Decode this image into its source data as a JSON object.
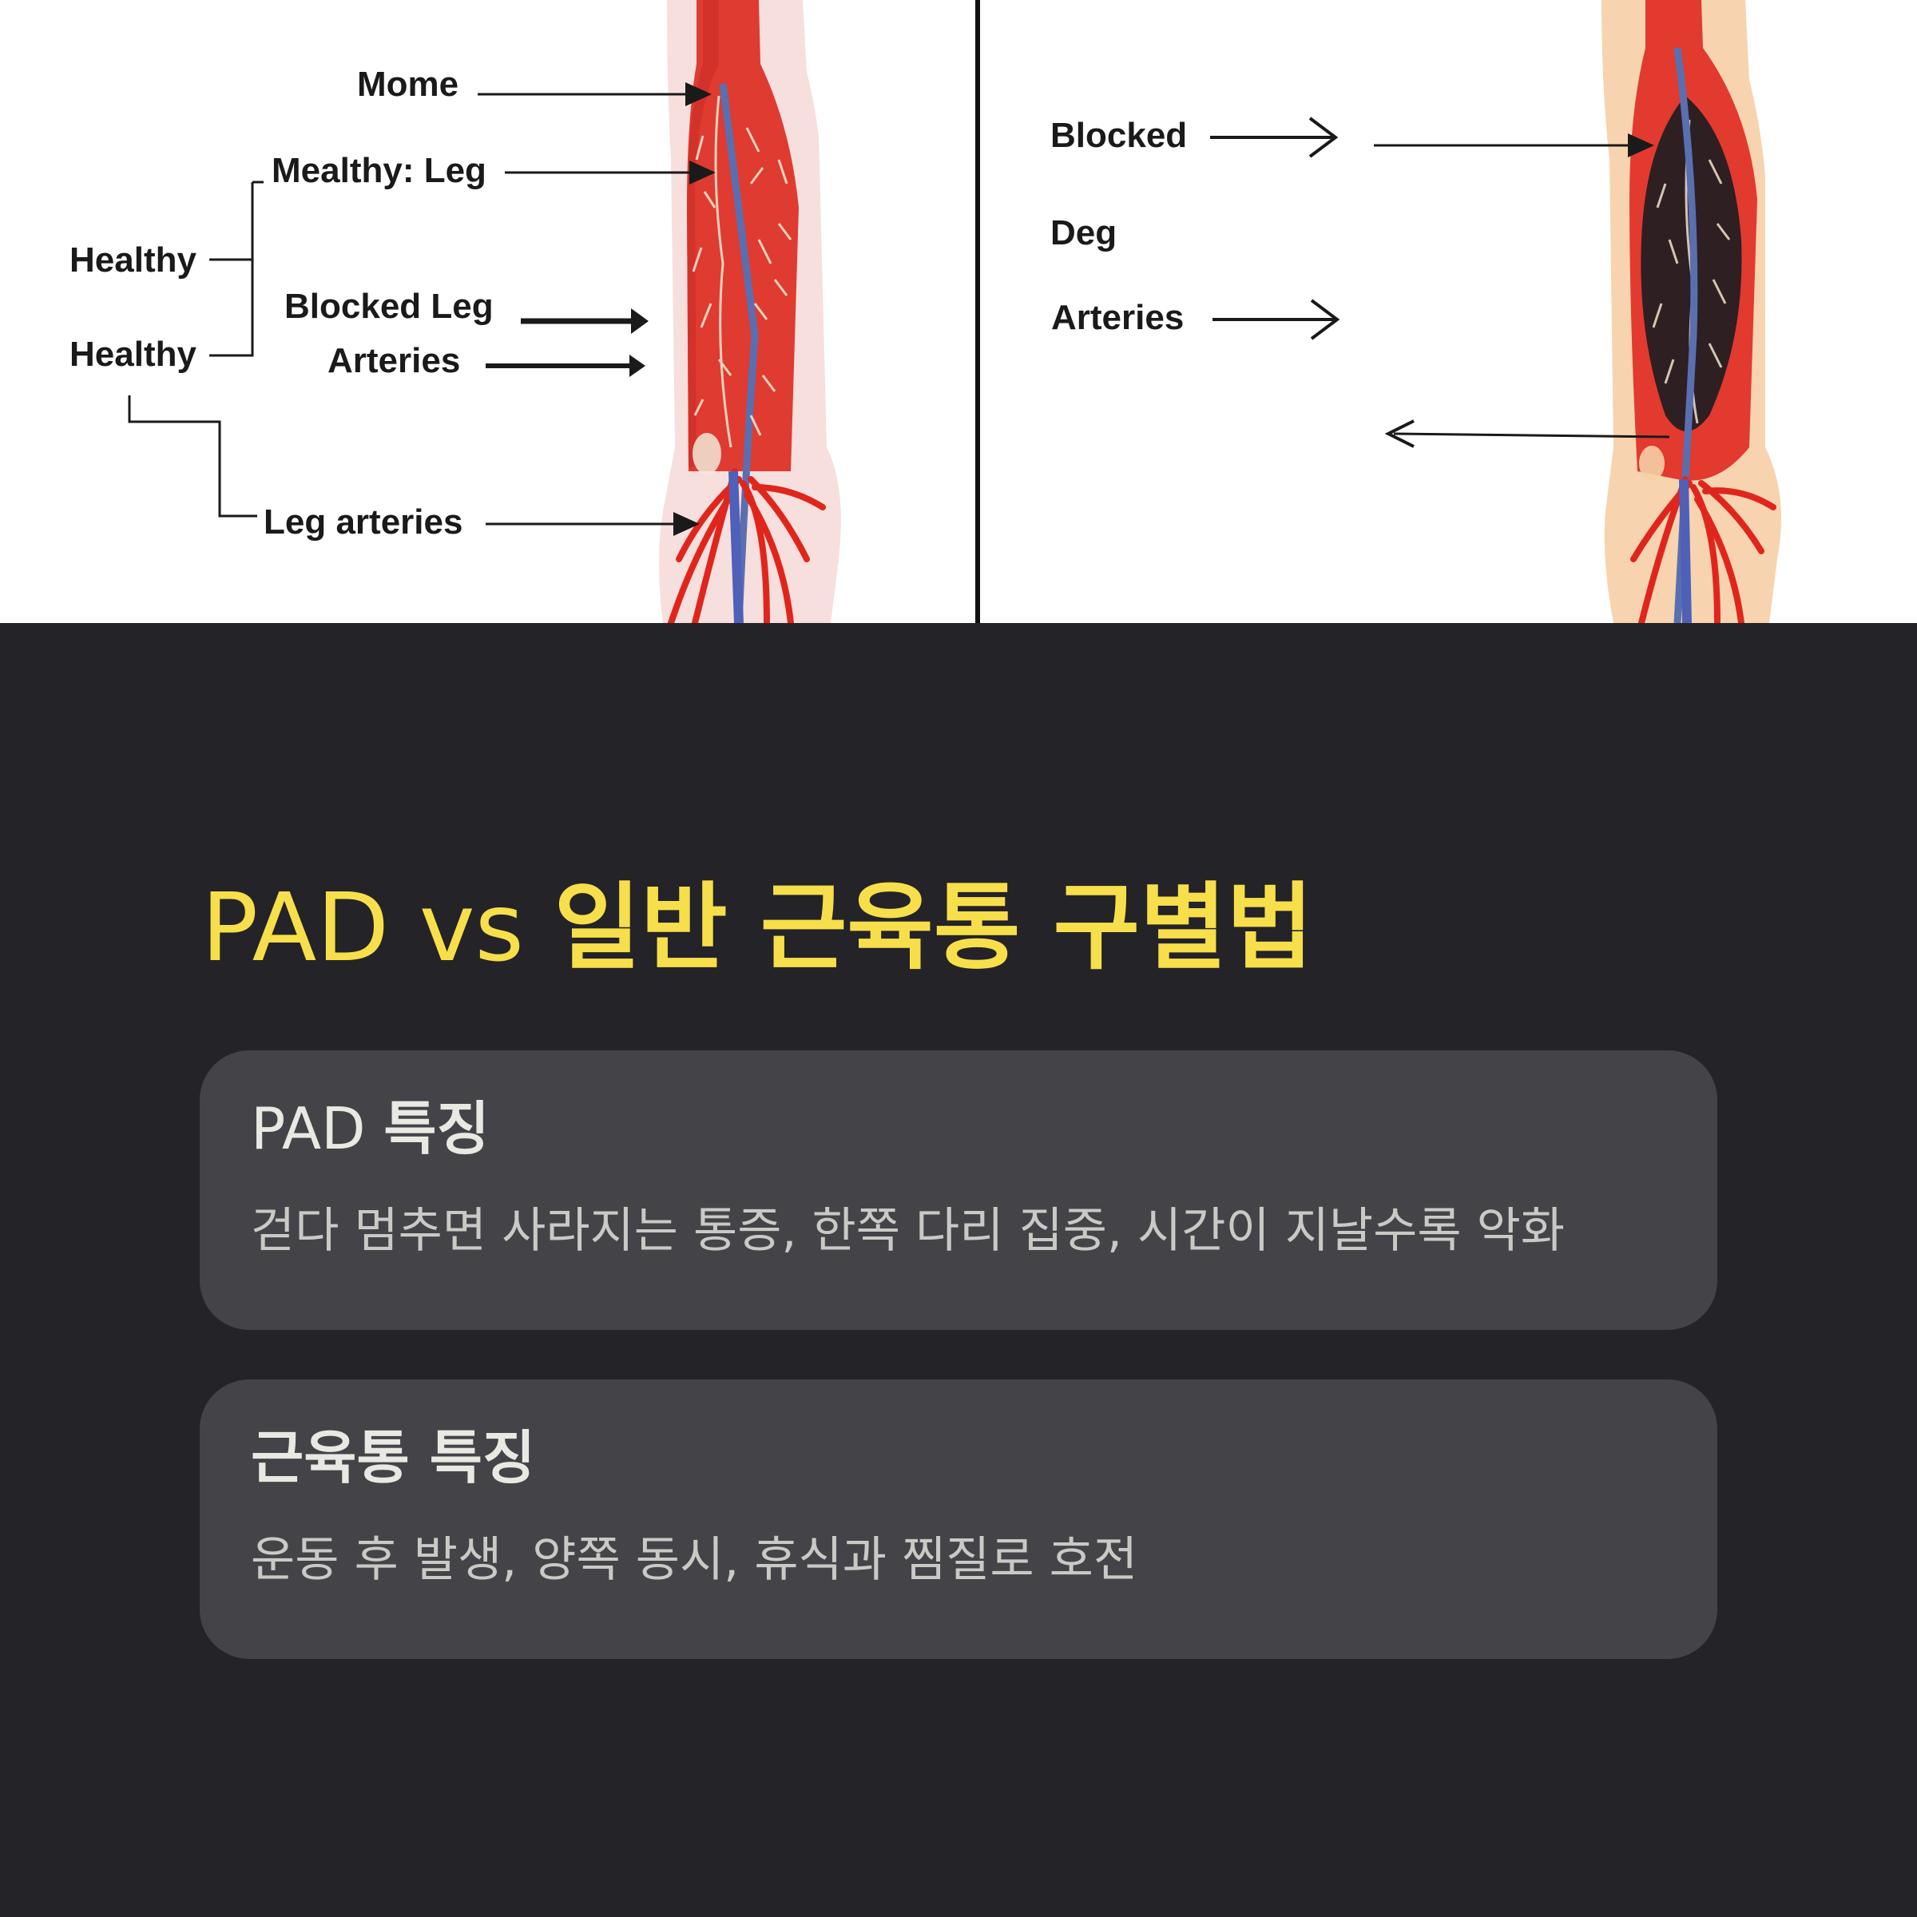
{
  "diagram": {
    "left_panel": {
      "labels": {
        "mome": "Mome",
        "mealthy_leg": "Mealthy: Leg",
        "healthy_1": "Healthy",
        "healthy_2": "Healthy",
        "blocked_leg": "Blocked Leg",
        "arteries": "Arteries",
        "leg_arteries": "Leg arteries"
      }
    },
    "right_panel": {
      "labels": {
        "blocked": "Blocked",
        "deg": "Deg",
        "arteries": "Arteries"
      }
    }
  },
  "title": {
    "prefix": "PAD vs",
    "korean": "일반 근육통 구별법"
  },
  "cards": [
    {
      "title_prefix": "PAD",
      "title_bold": "특징",
      "description": "걷다 멈추면 사라지는 통증, 한쪽 다리 집중, 시간이 지날수록 악화"
    },
    {
      "title_prefix": "",
      "title_bold": "근육통 특징",
      "description": "운동 후 발생, 양쪽 동시, 휴식과 찜질로 호전"
    }
  ],
  "colors": {
    "background": "#242328",
    "title_accent": "#f7df4b",
    "card_bg": "#444448",
    "artery_red": "#e23a2e",
    "vein_blue": "#5a6fb0",
    "blockage_dark": "#2e1f22"
  }
}
